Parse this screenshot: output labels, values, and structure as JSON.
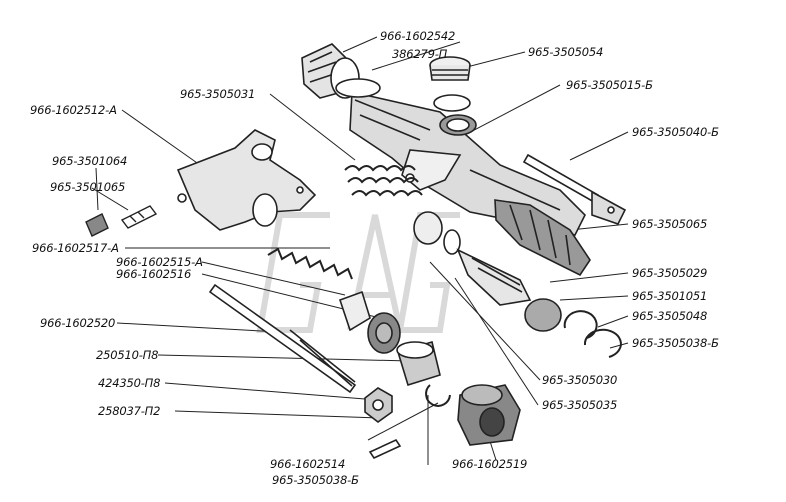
{
  "watermark": "GAZ",
  "labels": {
    "l01": "966-1602542",
    "l02": "386279-П",
    "l03": "965-3505054",
    "l04": "965-3505015-Б",
    "l05": "965-3505031",
    "l06": "966-1602512-А",
    "l07": "965-3505040-Б",
    "l08": "965-3501064",
    "l09": "965-3501065",
    "l10": "965-3505065",
    "l11": "966-1602517-А",
    "l12": "966-1602515-А",
    "l13": "966-1602516",
    "l14": "965-3505029",
    "l15": "965-3501051",
    "l16": "965-3505048",
    "l17": "966-1602520",
    "l18": "965-3505038-Б",
    "l19": "250510-П8",
    "l20": "965-3505030",
    "l21": "424350-П8",
    "l22": "965-3505035",
    "l23": "258037-П2",
    "l24": "966-1602514",
    "l25": "966-1602519",
    "l26": "965-3505038-Б"
  }
}
